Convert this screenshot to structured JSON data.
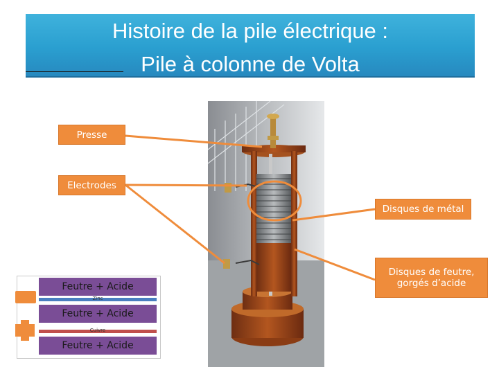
{
  "title": {
    "line1": "Histoire de la pile électrique :",
    "line2": "Pile à colonne de Volta"
  },
  "labels": {
    "presse": "Presse",
    "electrodes": "Electrodes",
    "disques_metal": "Disques de métal",
    "disques_feutre_1": "Disques de feutre,",
    "disques_feutre_2": "gorgés d’acide"
  },
  "legend": {
    "feutre_acide": "Feutre + Acide",
    "zinc": "Zinc",
    "cuivre": "Cuivre"
  },
  "colors": {
    "title_blue": "#2a9fd0",
    "accent_orange": "#ef8c3b",
    "felt_purple": "#7a4d96",
    "zinc_blue": "#4a7fc0",
    "copper_red": "#c0504d"
  }
}
